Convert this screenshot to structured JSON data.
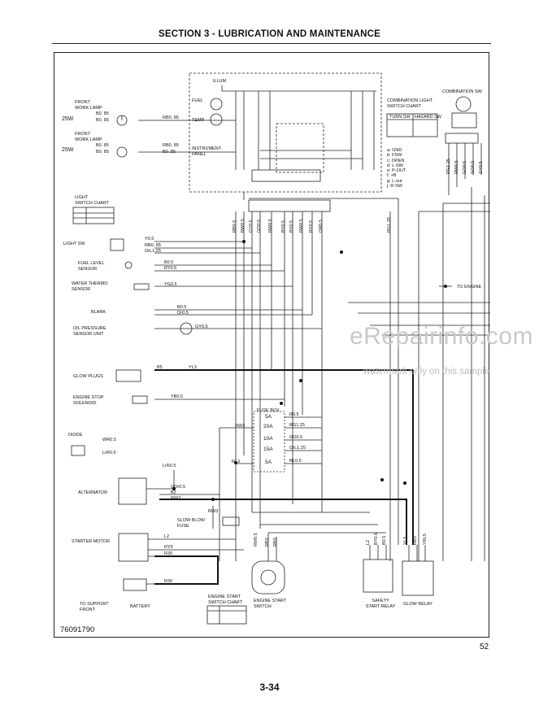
{
  "header": {
    "section_title": "SECTION 3 - LUBRICATION AND MAINTENANCE"
  },
  "footer": {
    "figure_number": "76091790",
    "figure_index": "52",
    "page_number": "3-34"
  },
  "watermark": {
    "brand": "eRepairinfo.com",
    "note": "watermark only on this sample"
  },
  "components": {
    "front_lamp_1": [
      "FRONT",
      "WORK LAMP"
    ],
    "front_lamp_2": [
      "FRONT",
      "WORK LAMP"
    ],
    "lamp_watt": "25W",
    "light_sw_chart": [
      "LIGHT",
      "SWITCH CHART"
    ],
    "light_sw": "LIGHT SW",
    "fuel_sensor": [
      "FUEL LEVEL",
      "SENSOR"
    ],
    "water_sensor": [
      "WATER THERMO",
      "SENSOR"
    ],
    "blank": "BLANK",
    "oil_sensor": [
      "OIL PRESSURE",
      "SENSOR UNIT"
    ],
    "glow_plugs": "GLOW PLUGS",
    "stop_solenoid": [
      "ENGINE STOP",
      "SOLENOID"
    ],
    "diode": "DIODE",
    "alternator": "ALTERNATOR",
    "slow_blow": [
      "SLOW BLOW",
      "FUSE"
    ],
    "starter": "STARTER MOTOR",
    "to_support": [
      "TO SUPPORT",
      "FRONT"
    ],
    "battery": "BATTERY",
    "instrument_panel": [
      "INSTRUMENT",
      "PANEL"
    ],
    "illum": "ILLUM",
    "fuel": "FUEL",
    "temp": "TEMP",
    "combo_chart": [
      "COMBINATION LIGHT",
      "SWITCH CHART"
    ],
    "turn_sw": "TURN SW",
    "hazard_sw": "HAZARD SW",
    "combo_sw": "COMBINATION SW",
    "fuse_box": "FUSE BOX",
    "fuses": [
      "5A",
      "20A",
      "10A",
      "15A",
      "5A"
    ],
    "to_engine": "TO ENGINE",
    "engine_start_chart": [
      "ENGINE START",
      "SWITCH CHART"
    ],
    "engine_start_sw": [
      "ENGINE START",
      "SWITCH"
    ],
    "safety_relay": [
      "SAFETY",
      "START RELAY"
    ],
    "glow_relay": "GLOW RELAY",
    "legend": [
      "a: GND",
      "b: FSW",
      "c: OPEN",
      "d: L-SW",
      "e: P-OUT",
      "f: +B",
      "g: L-out",
      "j: R-SW"
    ]
  },
  "wires": {
    "lamp1_a": "B0. 85",
    "lamp1_b": "B0. 85",
    "lamp1_c": "RB0. 85",
    "lamp2_a": "B0. 85",
    "lamp2_b": "B0. 85",
    "lamp2_c": "RB0. 85",
    "lamp2_d": "B0. 85",
    "lightsw_a": "Y0.5",
    "lightsw_b": "RB0. 85",
    "lightsw_c": "OrL1.25",
    "fuel_a": "B0.5",
    "fuel_b": "RY0.5",
    "water": "YG0.5",
    "blank_a": "B0.5",
    "blank_b": "Or0.5",
    "oil": "GY0.5",
    "glow_a": "B5",
    "glow_b": "YL3",
    "stop": "YB0.5",
    "fuse_r": "R0.5",
    "fuse_rg": "RG1.25",
    "fuse_go": "GO0.5",
    "fuse_orl": "OrL1.25",
    "fuse_rl": "RL0.5",
    "rw3": "RW3",
    "rl3": "RL3",
    "diode_a": "WR0.5",
    "diode_b": "LrR0.5",
    "alt_a": "LrR0.5",
    "alt_b": "GOr0.5",
    "alt_c": "B2",
    "alt_d": "RW3",
    "slow": "RW3",
    "start_a": "L2",
    "start_b": "RY3",
    "start_c": "R30",
    "batt": "R30",
    "bus_labels": [
      "RB0.5",
      "RW0.5",
      "GY0.5",
      "GO0.5",
      "RW0.5",
      "BY0.5",
      "BY0.5",
      "RW0.5",
      "RY0.5",
      "OR0.5",
      "RG1.25"
    ],
    "combo_labels": [
      "RG1.25",
      "RW0.5",
      "GO0.5",
      "GO0.5",
      "GY0.5"
    ],
    "es_labels": [
      "RW0.5",
      "RB3",
      "RB3"
    ],
    "relay_labels": [
      "L2",
      "BY0.5",
      "B0.5",
      "YL3",
      "RB3",
      "YRL5"
    ]
  }
}
